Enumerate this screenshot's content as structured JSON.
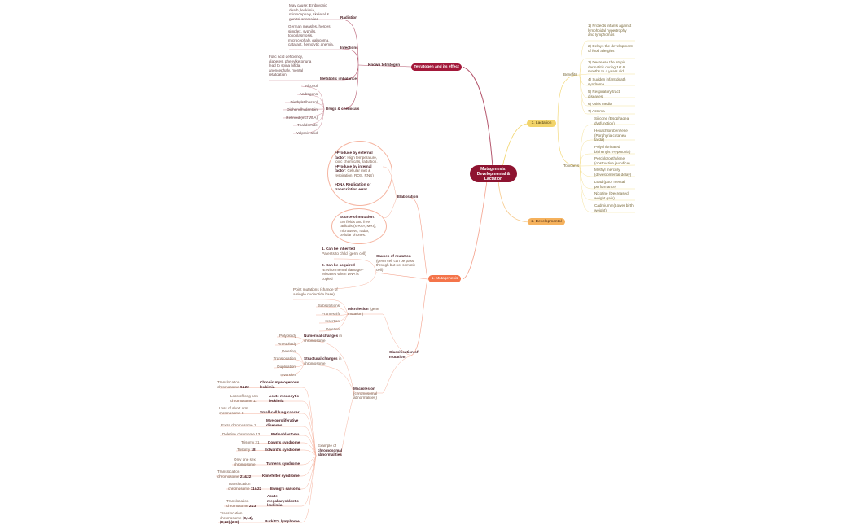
{
  "center": {
    "title": "Mutagenesis, Developmental & Lactation",
    "color": "#8e1330"
  },
  "teratogen": {
    "title": "Tetratogen and its effect",
    "color": "#a3183a",
    "known": "Known tetratogen",
    "radiation": {
      "label": "Radiation",
      "detail": "May cause: Embryonic death, leukimia, microcephaly, skeletal & genital anomalies."
    },
    "infections": {
      "label": "Infections",
      "detail": "German measles, herpes simplex, syphilis, toxoplasmosis, microcephaly, galucoma, cataract, hemolytic anemia."
    },
    "metabolic": {
      "label": "Metabolic imbalance",
      "detail": "Folic acid deficiency, diabetes, phenylketonuria lead to spina bifida, anencephaly, mental retatdation."
    },
    "drugs": {
      "label": "Drugs & chemicals",
      "items": [
        "Alcohol",
        "Androgens",
        "Diethylstilbestrol",
        "Diphenylhydantoin",
        "Retinoid (incl Vit A)",
        "Thalidomide",
        "Valproic acid"
      ]
    }
  },
  "lactation": {
    "title": "3. Lactation",
    "color": "#f2d46a",
    "benefits": {
      "label": "Benefits",
      "items": [
        "1) Protects infants against lymphoidal hypertrophy and lymphomas",
        "2) Delays the development of food allergies",
        "3) Decrease the atopic dermatitis during 1st 6 months to 4 years old.",
        "4) Sudden infant death syndrome",
        "5) Respiratory tract diseases",
        "6) Otitis media",
        "7) Asthma"
      ]
    },
    "toxicants": {
      "label": "Toxicants",
      "items": [
        "Silicone (Esophageal dysfunction)",
        "Hexachlorobenzene (Porphyria cutanea tarda)",
        "Polychlorinated biphenyls (Hypotonia)",
        "Perchloroethylene (obstructive jaundice)",
        "Methyl mercury (developmental delay)",
        "Lead (poor mental performance)",
        "Nicotine (Decreased weight gain)",
        "Cadmiumm(Lower birth weight)"
      ]
    }
  },
  "developmental": {
    "title": "2. Developmental",
    "color": "#f5b15c"
  },
  "mutagenesis": {
    "title": "1. Mutagenesis",
    "color": "#f4744a",
    "elaboration": {
      "label": "Elaboration",
      "circle1": {
        "p1_bold": ">Produce by external factor",
        "p1_text": ": High temperature, toxic chemicals, radiation.",
        "p2_bold": ">Produce by internal factor",
        "p2_text": ": Cellular met & respiration, ROS, RNS)",
        "p3_bold": ">DNA Replication or transcription error."
      },
      "circle2": {
        "bold": "Source of mutation",
        "text": ": EM fields and free radicals (x-RAY, MRI), microwave, radar, cellular phones."
      }
    },
    "causes": {
      "label_bold": "Causes of mutation",
      "label_text": "(germ cell can be pass through but not somatic cell)",
      "inherited_bold": "1. Can be inherited",
      "inherited_text": "Parents to child (germ cell)",
      "acquired_bold": "2. Can be acquired",
      "acquired_text": "-Environmental damage -Mistakes when DNA is copied"
    },
    "classification": {
      "label": "Classification of mutation",
      "microlesion": {
        "label_bold": "Microlesion",
        "label_text": "(gene mutation)",
        "point": "Point mutations (change of a single nucleotide base)",
        "items": [
          "Substitutions",
          "Frameshift",
          "Insertion",
          "Deletion"
        ]
      },
      "macrolesion": {
        "label_bold": "Macrolesion",
        "label_text": "(chromosomal abnormalities)",
        "numerical": {
          "label_bold": "Numerical changes",
          "label_text": "in chromosome",
          "items": [
            "Polyploidy",
            "Aneuploidy"
          ]
        },
        "structural": {
          "label_bold": "Structural changes",
          "label_text": "in chromosome",
          "items": [
            "Deletion",
            "Translocation",
            "Duplication",
            "Inversion"
          ]
        },
        "examples": {
          "label_text": "Example of",
          "label_bold": "chromosomal abnormalities",
          "items": [
            {
              "cause": "Translocation chromosome ",
              "cause_bold": "9&22",
              "disease": "Chronic myelogenous leukimia"
            },
            {
              "cause": "Loss of long arm chromosome 11",
              "cause_bold": "",
              "disease": "Acute monocytic leukimia"
            },
            {
              "cause": "Loss of short arm chromosome 8",
              "cause_bold": "",
              "disease": "Small-cell lung cancer"
            },
            {
              "cause": "Extra chromosome 1",
              "cause_bold": "",
              "disease": "Myeloproliferative diseases"
            },
            {
              "cause": "Deletion chromome 13",
              "cause_bold": "",
              "disease": "Retinoblastoma"
            },
            {
              "cause": "Trisomy 21",
              "cause_bold": "",
              "disease": "Down's syndrome"
            },
            {
              "cause": "Trisomy ",
              "cause_bold": "18",
              "disease": "Edward's syndrome"
            },
            {
              "cause": "Only one sex chromosome",
              "cause_bold": "",
              "disease": "Turner's syndrome"
            },
            {
              "cause": "Translocation chromosome ",
              "cause_bold": "21&22",
              "disease": "Klinefelter syndrome"
            },
            {
              "cause": "Translocation chromosome ",
              "cause_bold": "11&22",
              "disease": "Ewing's sarcoma"
            },
            {
              "cause": "Translocation chromosome ",
              "cause_bold": "2&3",
              "disease": "Acute megakaryoblastic leukimia"
            },
            {
              "cause": "Translocation chromosome ",
              "cause_bold": "(8,14), (8;22),(2;8)",
              "disease": "Burkitt's lymphome"
            }
          ]
        }
      }
    }
  }
}
